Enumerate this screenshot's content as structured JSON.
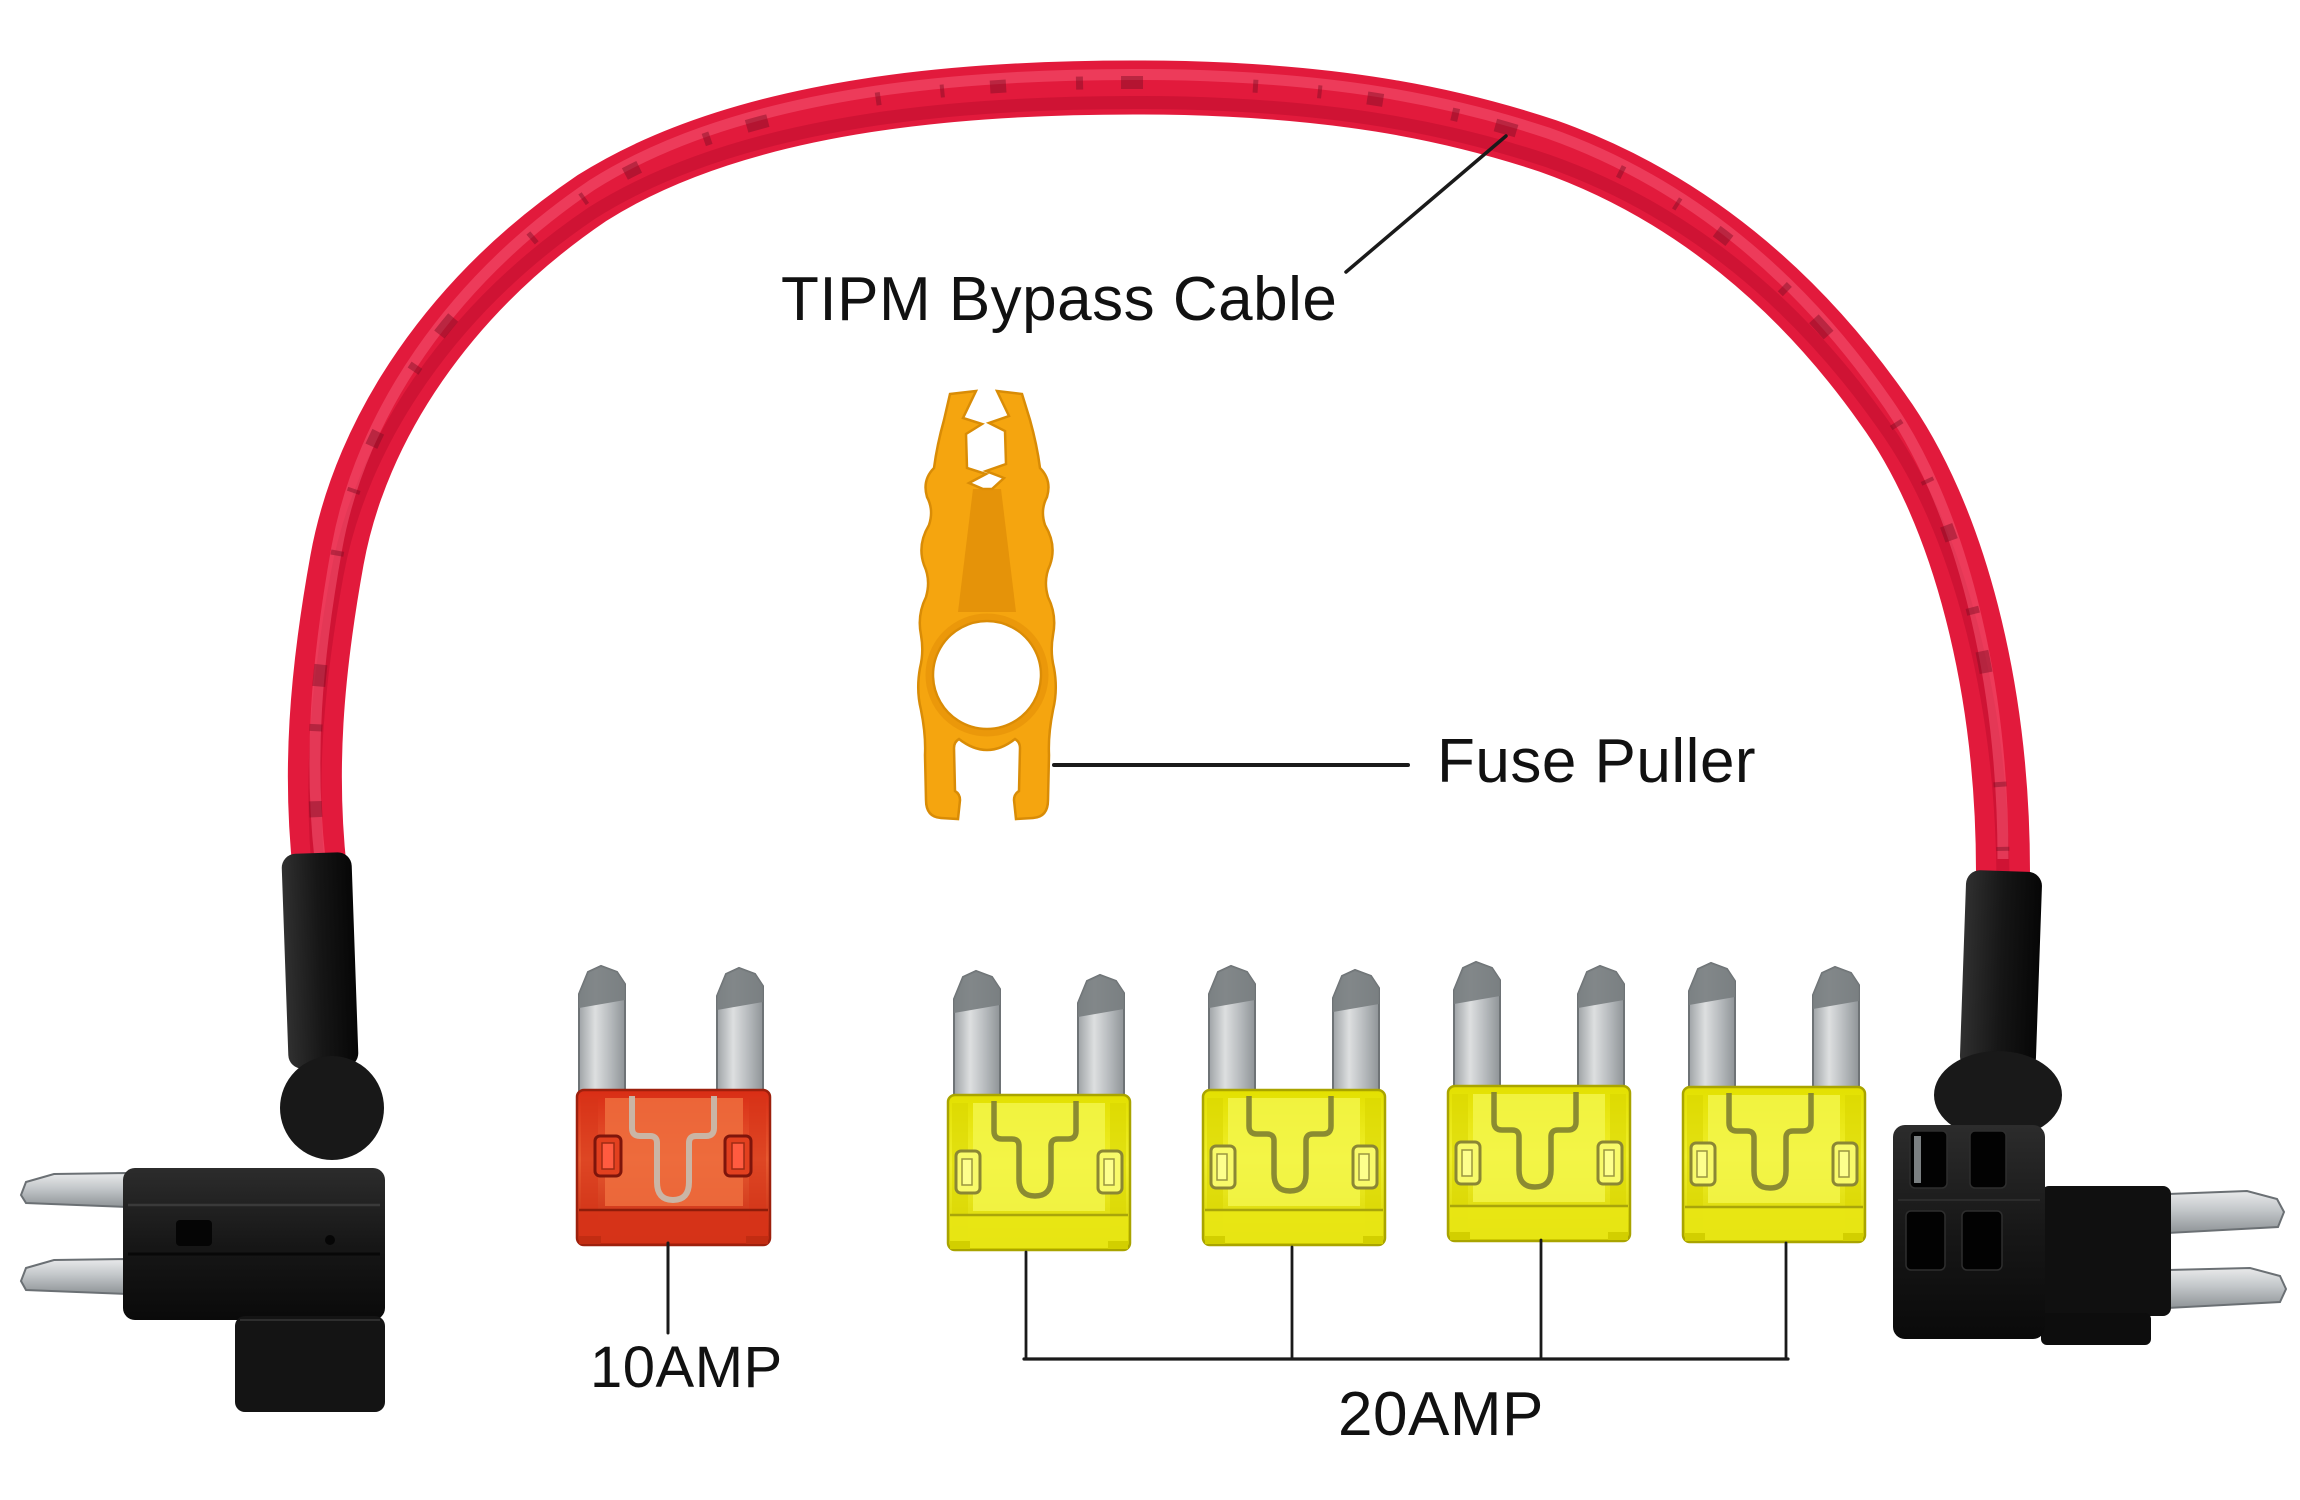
{
  "annotations": {
    "cable": {
      "label": "TIPM Bypass Cable"
    },
    "puller": {
      "label": "Fuse Puller"
    },
    "small_fuse": {
      "label": "10AMP",
      "count": 1
    },
    "large_fuse": {
      "label": "20AMP",
      "count": 4
    }
  },
  "colors": {
    "cable_red": "#e21a3c",
    "cable_shadow": "#bc0c2c",
    "cable_highlight": "#f65872",
    "connector_black": "#1a1a1a",
    "prong_silver": "#c6cacc",
    "fuse_yellow": "#eae80c",
    "fuse_orange": "#dc3a1d",
    "puller_orange": "#f5a50f",
    "annotation_line": "#1a1a1a",
    "text_ink": "#111111",
    "background": "#ffffff"
  }
}
